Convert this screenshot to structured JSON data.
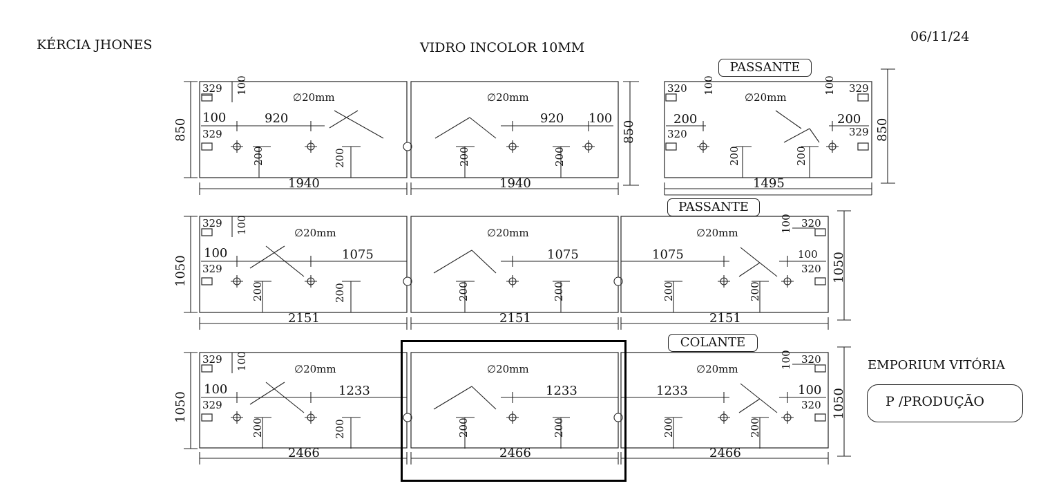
{
  "header": {
    "client": "KÉRCIA JHONES",
    "material": "VIDRO INCOLOR 10MM",
    "date": "06/11/24"
  },
  "tags": {
    "row1": "PASSANTE",
    "row2": "PASSANTE",
    "row3": "COLANTE"
  },
  "store": "EMPORIUM VITÓRIA",
  "production": "P /PRODUÇÃO",
  "hole_spec": "∅20mm",
  "rows": [
    {
      "height": "850",
      "panels": [
        {
          "width": "1940",
          "offsets": [
            "329",
            "100",
            "329"
          ],
          "edge": "100",
          "span": "920",
          "vert": [
            "200",
            "200"
          ]
        },
        {
          "width": "1940",
          "edge": "100",
          "span": "920",
          "vert": [
            "200",
            "200"
          ]
        },
        {
          "width": "1495",
          "offsets": [
            "320",
            "100",
            "320"
          ],
          "offsets_right": [
            "100",
            "329",
            "329"
          ],
          "edge_left": "200",
          "edge_right": "200",
          "vert": [
            "200",
            "200"
          ]
        }
      ]
    },
    {
      "height": "1050",
      "panels": [
        {
          "width": "2151",
          "offsets": [
            "329",
            "100",
            "329"
          ],
          "edge": "100",
          "span": "1075",
          "vert": [
            "200",
            "200"
          ]
        },
        {
          "width": "2151",
          "span": "1075",
          "vert": [
            "200",
            "200"
          ]
        },
        {
          "width": "2151",
          "offsets_right": [
            "100",
            "320",
            "320"
          ],
          "edge": "100",
          "span": "1075",
          "vert": [
            "200",
            "200"
          ]
        }
      ]
    },
    {
      "height": "1050",
      "panels": [
        {
          "width": "2466",
          "offsets": [
            "329",
            "100",
            "329"
          ],
          "edge": "100",
          "span": "1233",
          "vert": [
            "200",
            "200"
          ]
        },
        {
          "width": "2466",
          "span": "1233",
          "vert": [
            "200",
            "200"
          ]
        },
        {
          "width": "2466",
          "offsets_right": [
            "100",
            "320",
            "320"
          ],
          "edge": "100",
          "span": "1233",
          "vert": [
            "200",
            "200"
          ]
        }
      ]
    }
  ]
}
